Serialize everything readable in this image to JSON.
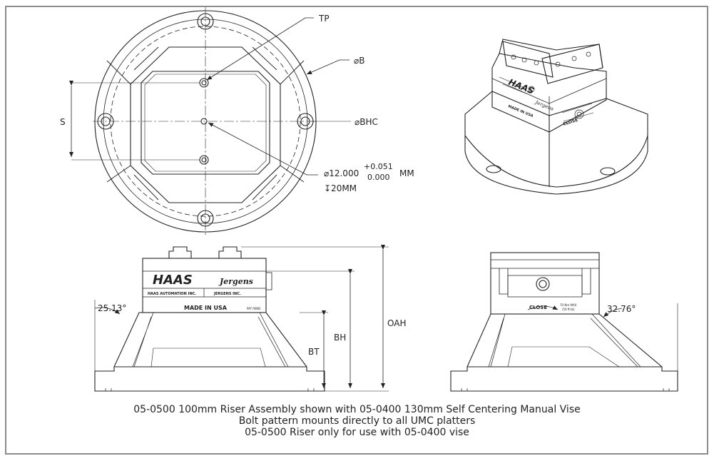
{
  "labels": {
    "tp": "TP",
    "phi_b": "⌀B",
    "phi_bhc": "⌀BHC",
    "s": "S",
    "bore_prefix": "⌀12.000",
    "bore_tol_plus": "+0.051",
    "bore_tol_minus": "0.000",
    "bore_unit": "MM",
    "bore_depth": "↧20MM",
    "angle_left": "25.13°",
    "angle_right": "32.76°",
    "oah": "OAH",
    "bh": "BH",
    "bt": "BT"
  },
  "markings": {
    "haas_logo": "HAAS",
    "jergens_logo": "Jergens",
    "haas_automation": "HAAS AUTOMATION INC.",
    "jergens_inc": "JERGENS INC.",
    "made_in_usa": "MADE IN USA",
    "pat_pend": "PAT PEND",
    "close": "CLOSE",
    "torque": "70 Nm MAX",
    "torque_sub": "(50 ft-lb)"
  },
  "caption": {
    "line1": "05-0500 100mm Riser Assembly shown with 05-0400 130mm Self Centering Manual Vise",
    "line2": "Bolt pattern mounts directly to all UMC platters",
    "line3": "05-0500 Riser only for use with 05-0400 vise"
  }
}
